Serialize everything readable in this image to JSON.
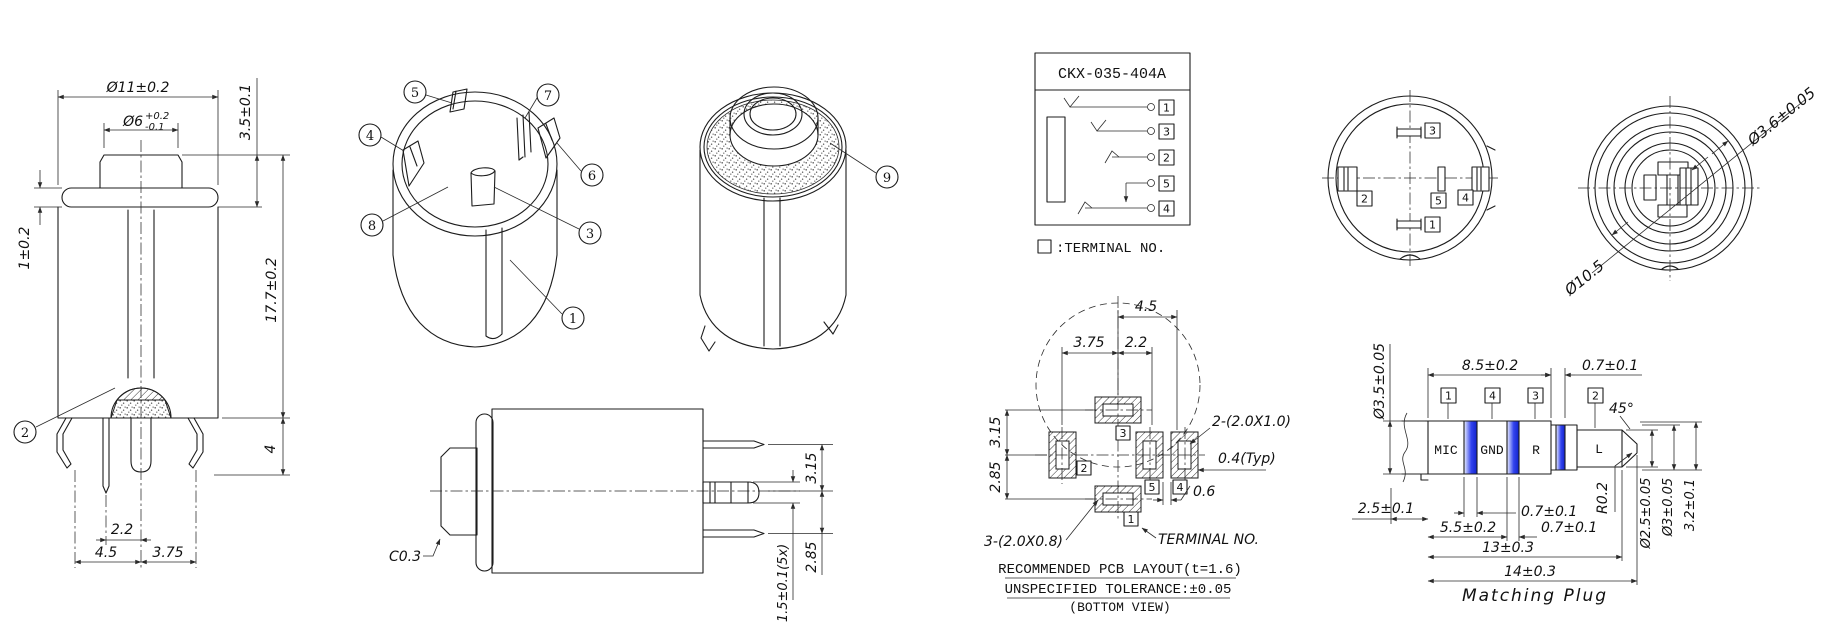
{
  "part_number": "CKX-035-404A",
  "front_section": {
    "balloon": "2",
    "dia_outer": "Ø11±0.2",
    "dia_btn": "Ø6",
    "dia_btn_tol_plus": "+0.2",
    "dia_btn_tol_minus": "-0.1",
    "h_btn": "3.5±0.1",
    "t_flange": "1±0.2",
    "h_body": "17.7±0.2",
    "h_legs": "4",
    "w_pin": "2.2",
    "w_left": "4.5",
    "w_right": "3.75"
  },
  "iso_housing": {
    "balloons": {
      "b1": "1",
      "b3": "3",
      "b4": "4",
      "b5": "5",
      "b6": "6",
      "b7": "7",
      "b8": "8"
    }
  },
  "iso_assembled": {
    "balloon": "9"
  },
  "schematic": {
    "title": "CKX-035-404A",
    "rows": {
      "r1": "1",
      "r2": "3",
      "r3": "2",
      "r4": "5",
      "r5": "4"
    },
    "legend": ":TERMINAL NO."
  },
  "top_view": {
    "terminals": {
      "t1": "1",
      "t2": "2",
      "t3": "3",
      "t4": "4",
      "t5": "5"
    }
  },
  "front_circles": {
    "dia_hole": "Ø3.6±0.05",
    "dia_body": "Ø10.5"
  },
  "side_view": {
    "chamfer": "C0.3",
    "pitch_top": "3.15",
    "pitch_bottom": "2.85",
    "pin_w": "1.5±0.1(5x)"
  },
  "pcb": {
    "dims": {
      "d45": "4.5",
      "d375": "3.75",
      "d22": "2.2",
      "d315": "3.15",
      "d285": "2.85",
      "d06": "0.6",
      "d04": "0.4(Typ)"
    },
    "slots_large": "2-(2.0X1.0)",
    "slots_small": "3-(2.0X0.8)",
    "terminal_label": "TERMINAL NO.",
    "pads": {
      "p1": "1",
      "p2": "2",
      "p3": "3",
      "p4": "4",
      "p5": "5"
    },
    "note1": "RECOMMENDED PCB LAYOUT(t=1.6)",
    "note2": "UNSPECIFIED TOLERANCE:±0.05",
    "note3": "(BOTTOM VIEW)"
  },
  "plug": {
    "title": "Matching Plug",
    "sections": {
      "mic": "MIC",
      "gnd": "GND",
      "r": "R",
      "l": "L"
    },
    "terminals": {
      "t1": "1",
      "t4": "4",
      "t3": "3",
      "t2": "2"
    },
    "dims": {
      "dia_shaft": "Ø3.5±0.05",
      "len_body": "8.5±0.2",
      "gap_top": "0.7±0.1",
      "angle": "45°",
      "len_tail": "2.5±0.1",
      "gap1": "0.7±0.1",
      "len_mid": "5.5±0.2",
      "gap2": "0.7±0.1",
      "len13": "13±0.3",
      "len14": "14±0.3",
      "r_tip": "R0.2",
      "dia_tip": "Ø2.5±0.05",
      "dia_neck": "Ø3±0.05",
      "dia_seat": "3.2±0.1"
    }
  },
  "colors": {
    "line": "#1c1c1c",
    "band_blue": "#2233dd"
  }
}
